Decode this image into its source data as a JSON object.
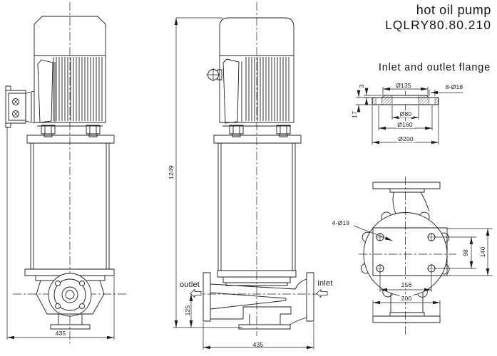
{
  "title": {
    "product": "hot oil pump",
    "model": "LQLRY80.80.210"
  },
  "flange_detail": {
    "heading": "Inlet and outlet flange",
    "dims": {
      "raised_face_height": "3",
      "thickness": "17",
      "raised_face_dia": "Ø135",
      "bolt_holes": "8-Ø18",
      "bore_dia": "Ø80",
      "bolt_circle_dia": "Ø160",
      "outer_dia": "Ø200"
    }
  },
  "front_view": {
    "overall_width": "435"
  },
  "side_view": {
    "overall_height": "1249",
    "outlet_label": "outlet",
    "inlet_label": "inlet",
    "center_height": "125",
    "flange_to_flange": "435"
  },
  "top_view": {
    "bolt_holes": "4-Ø19",
    "bolt_spacing_vertical": "98",
    "plate_height": "140",
    "bolt_spacing_horizontal": "156",
    "flange_dia": "200"
  }
}
